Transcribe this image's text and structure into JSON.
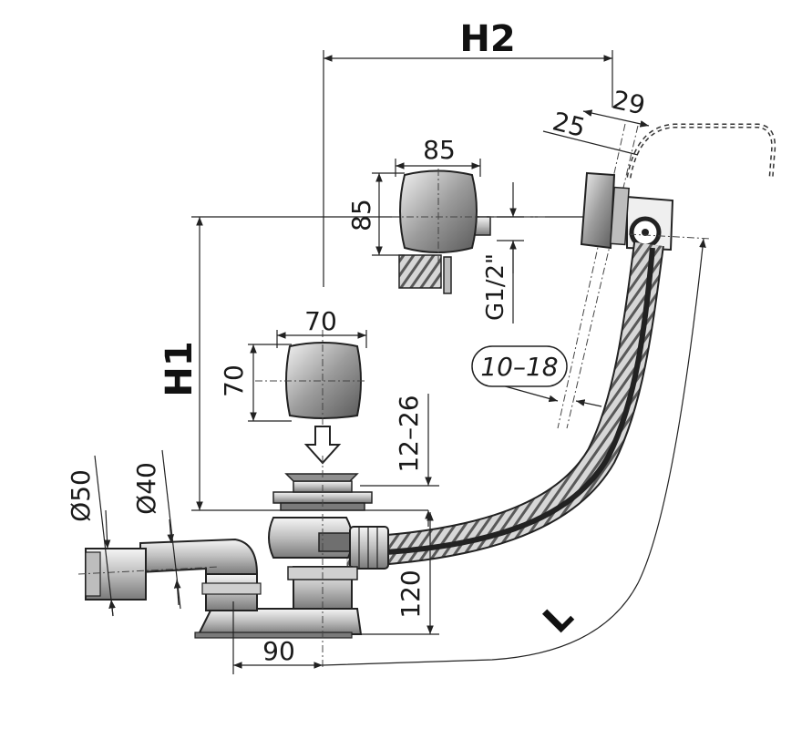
{
  "labels": {
    "h2": "H2",
    "h1": "H1",
    "l": "L",
    "d85w": "85",
    "d85h": "85",
    "d70w": "70",
    "d70h": "70",
    "d29": "29",
    "d25": "25",
    "g12": "G1/2\"",
    "range1018": "10–18",
    "range1226": "12–26",
    "d120": "120",
    "d90": "90",
    "dia50": "Ø50",
    "dia40": "Ø40"
  },
  "colors": {
    "line": "#222222",
    "metal_dark": "#6f6f6f",
    "metal_mid": "#a9a9a9",
    "metal_light": "#e6e6e6"
  }
}
